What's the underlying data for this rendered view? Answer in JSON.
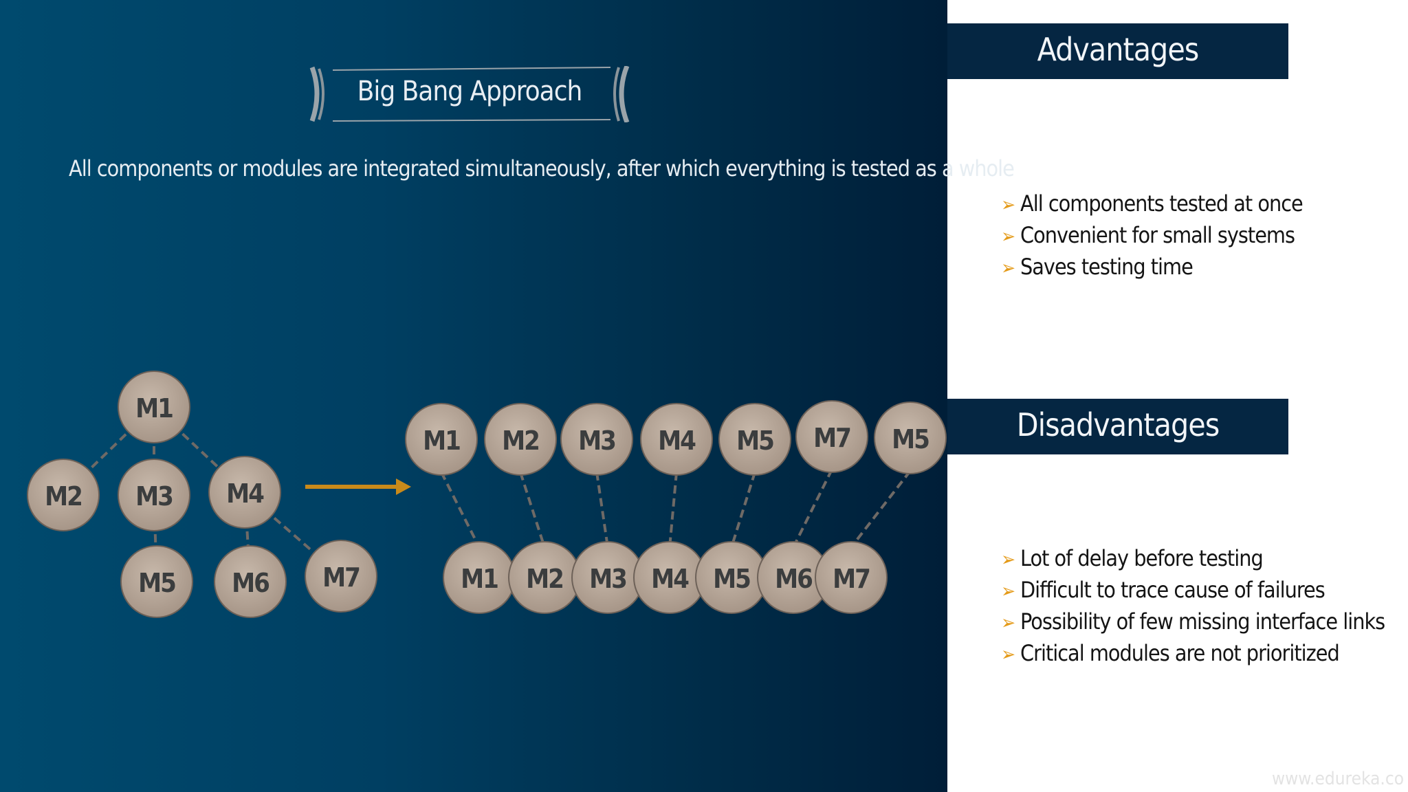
{
  "title": "Big Bang Approach",
  "description": "All components or modules are integrated simultaneously, after which everything is tested as a whole",
  "advantages": {
    "heading": "Advantages",
    "items": [
      "All components tested at once",
      "Convenient for small systems",
      "Saves testing time"
    ]
  },
  "disadvantages": {
    "heading": "Disadvantages",
    "items": [
      "Lot of delay before testing",
      "Difficult  to trace cause of failures",
      "Possibility of few missing interface links",
      "Critical modules are not prioritized"
    ]
  },
  "colors": {
    "arrow": "#c98a1a",
    "bullet": "#e49a18",
    "node_fill": "#b5a496",
    "header_bg": "#052642"
  },
  "diagram": {
    "tree_nodes": [
      "M1",
      "M2",
      "M3",
      "M4",
      "M5",
      "M6",
      "M7"
    ],
    "tree_edges": [
      [
        "M1",
        "M2"
      ],
      [
        "M1",
        "M3"
      ],
      [
        "M1",
        "M4"
      ],
      [
        "M3",
        "M5"
      ],
      [
        "M4",
        "M6"
      ],
      [
        "M4",
        "M7"
      ]
    ],
    "top_row": [
      "M1",
      "M2",
      "M3",
      "M4",
      "M5",
      "M7",
      "M5"
    ],
    "bottom_row": [
      "M1",
      "M2",
      "M3",
      "M4",
      "M5",
      "M6",
      "M7"
    ]
  },
  "watermark": "www.edureka.co"
}
